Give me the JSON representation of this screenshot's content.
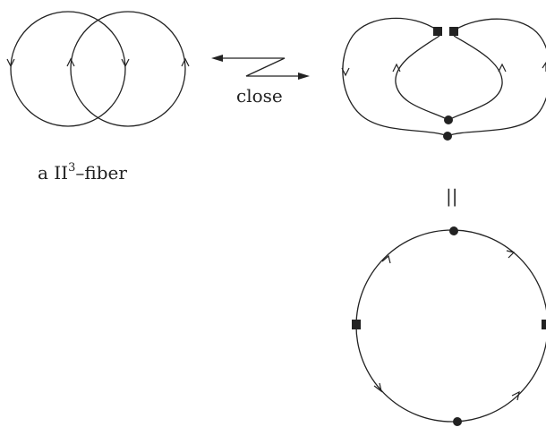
{
  "labels": {
    "fiber_prefix": "a II",
    "fiber_superscript": "3",
    "fiber_suffix": "–fiber",
    "operation": "close",
    "equals": "||"
  },
  "colors": {
    "ink": "#222222",
    "background": "#ffffff"
  },
  "marker_shapes": [
    "square",
    "dot"
  ]
}
